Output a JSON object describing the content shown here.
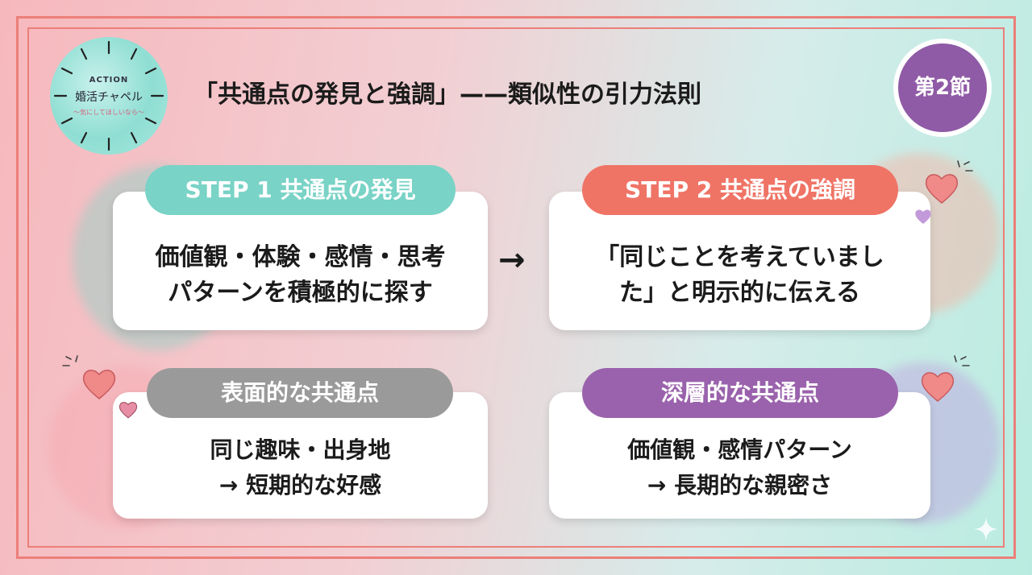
{
  "logo": {
    "en": "ACTION",
    "jp": "婚活チャペル",
    "sub": "〜気にしてほしいなら〜"
  },
  "title": "「共通点の発見と強調」——類似性の引力法則",
  "badge": "第2節",
  "step1": {
    "label": "STEP 1 共通点の発見",
    "line1": "価値観・体験・感情・思考",
    "line2": "パターンを積極的に探す"
  },
  "step2": {
    "label": "STEP 2 共通点の強調",
    "line1": "「同じことを考えていまし",
    "line2": "た」と明示的に伝える"
  },
  "arrow": "→",
  "surface": {
    "label": "表面的な共通点",
    "line1": "同じ趣味・出身地",
    "line2": "→ 短期的な好感"
  },
  "deep": {
    "label": "深層的な共通点",
    "line1": "価値観・感情パターン",
    "line2": "→ 長期的な親密さ"
  },
  "colors": {
    "frame": "#ec7f78",
    "teal": "#79d3c6",
    "coral": "#ef7466",
    "gray": "#9a9a9a",
    "purple": "#9a62ac",
    "badge": "#8f5aa6"
  }
}
